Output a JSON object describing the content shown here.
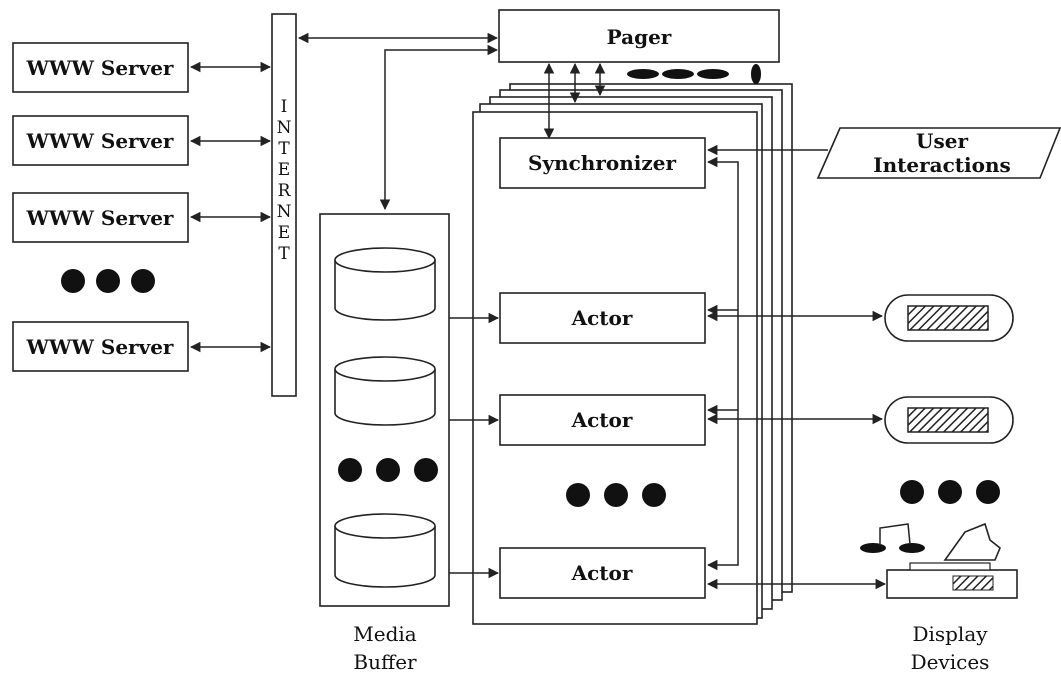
{
  "servers": [
    {
      "label": "WWW Server"
    },
    {
      "label": "WWW Server"
    },
    {
      "label": "WWW Server"
    },
    {
      "label": "WWW Server"
    }
  ],
  "internet": {
    "letters": [
      "I",
      "N",
      "T",
      "E",
      "R",
      "N",
      "E",
      "T"
    ]
  },
  "pager": {
    "label": "Pager"
  },
  "synchronizer": {
    "label": "Synchronizer"
  },
  "user_interactions": {
    "line1": "User",
    "line2": "Interactions"
  },
  "actors": [
    {
      "label": "Actor"
    },
    {
      "label": "Actor"
    },
    {
      "label": "Actor"
    }
  ],
  "media_buffer": {
    "line1": "Media",
    "line2": "Buffer"
  },
  "display_devices": {
    "line1": "Display",
    "line2": "Devices"
  }
}
